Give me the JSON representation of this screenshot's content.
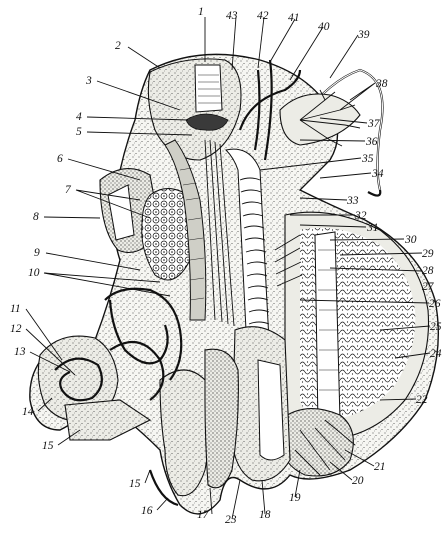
{
  "figure": {
    "labels": [
      {
        "n": "1"
      },
      {
        "n": "2"
      },
      {
        "n": "3"
      },
      {
        "n": "4"
      },
      {
        "n": "5"
      },
      {
        "n": "6"
      },
      {
        "n": "7"
      },
      {
        "n": "8"
      },
      {
        "n": "9"
      },
      {
        "n": "10"
      },
      {
        "n": "11"
      },
      {
        "n": "12"
      },
      {
        "n": "13"
      },
      {
        "n": "14"
      },
      {
        "n": "15"
      },
      {
        "n": "16"
      },
      {
        "n": "17"
      },
      {
        "n": "18"
      },
      {
        "n": "19"
      },
      {
        "n": "20"
      },
      {
        "n": "21"
      },
      {
        "n": "22"
      },
      {
        "n": "23"
      },
      {
        "n": "24"
      },
      {
        "n": "25"
      },
      {
        "n": "26"
      },
      {
        "n": "27"
      },
      {
        "n": "28"
      },
      {
        "n": "29"
      },
      {
        "n": "30"
      },
      {
        "n": "31"
      },
      {
        "n": "32"
      },
      {
        "n": "33"
      },
      {
        "n": "34"
      },
      {
        "n": "35"
      },
      {
        "n": "36"
      },
      {
        "n": "37"
      },
      {
        "n": "38"
      },
      {
        "n": "39"
      },
      {
        "n": "40"
      },
      {
        "n": "41"
      },
      {
        "n": "42"
      },
      {
        "n": "43"
      }
    ]
  }
}
